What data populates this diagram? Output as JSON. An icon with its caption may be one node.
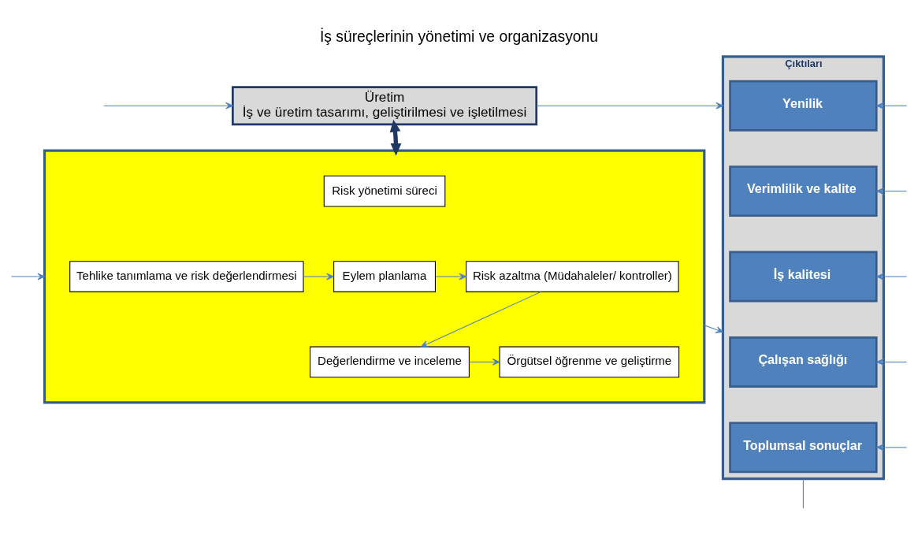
{
  "diagram": {
    "title": "İş süreçlerinin yönetimi ve organizasyonu",
    "nodes": [
      {
        "text": [
          "Üretim",
          "İş ve üretim tasarımı, geliştirilmesi ve işletilmesi"
        ]
      },
      {
        "text": [],
        "shape": "box"
      },
      {
        "text": [
          "Risk yönetimi süreci"
        ],
        "in": 1
      },
      {
        "text": [
          "Tehlike tanımlama ve risk değerlendirmesi"
        ],
        "in": 1
      },
      {
        "text": [
          "Eylem planlama"
        ],
        "in": 1
      },
      {
        "text": [
          "Risk azaltma (Müdahaleler/ kontroller)"
        ],
        "in": 1
      },
      {
        "text": [
          "Örgütsel öğrenme ve geliştirme"
        ],
        "in": 1
      },
      {
        "text": [
          "Değerlendirme ve inceleme"
        ],
        "in": 1
      },
      {
        "text": [
          "Çıktıları"
        ]
      },
      {
        "text": [
          "Yenilik"
        ],
        "in": 8
      },
      {
        "text": [
          "Verimlilik ve kalite"
        ],
        "in": 8
      },
      {
        "text": [
          "İş kalitesi"
        ],
        "in": 8
      },
      {
        "text": [
          "Çalışan sağlığı"
        ],
        "in": 8
      },
      {
        "text": [
          "Toplumsal sonuçlar"
        ],
        "in": 8
      }
    ],
    "edges": [
      {
        "from": 0,
        "to": 1,
        "arrow": "both",
        "style": "thick",
        "color": "#1f3864"
      },
      {
        "from": 3,
        "to": 4,
        "arrow": "to"
      },
      {
        "from": 4,
        "to": 5,
        "arrow": "to"
      },
      {
        "from": 5,
        "to": 7,
        "arrow": "to"
      },
      {
        "from": 7,
        "to": 6,
        "arrow": "to"
      },
      {
        "from": 0,
        "to": 8,
        "arrow": "to"
      },
      {
        "from": 1,
        "to": 8,
        "arrow": "to"
      },
      {
        "from": null,
        "to": 0,
        "arrow": "to"
      },
      {
        "from": null,
        "to": 1,
        "arrow": "to"
      },
      {
        "from": 8,
        "to": null,
        "arrow": "none"
      },
      {
        "from": null,
        "to": 9,
        "arrow": "to"
      },
      {
        "from": null,
        "to": 10,
        "arrow": "to"
      },
      {
        "from": null,
        "to": 11,
        "arrow": "to"
      },
      {
        "from": null,
        "to": 12,
        "arrow": "to"
      },
      {
        "from": null,
        "to": 13,
        "arrow": "to"
      }
    ]
  }
}
